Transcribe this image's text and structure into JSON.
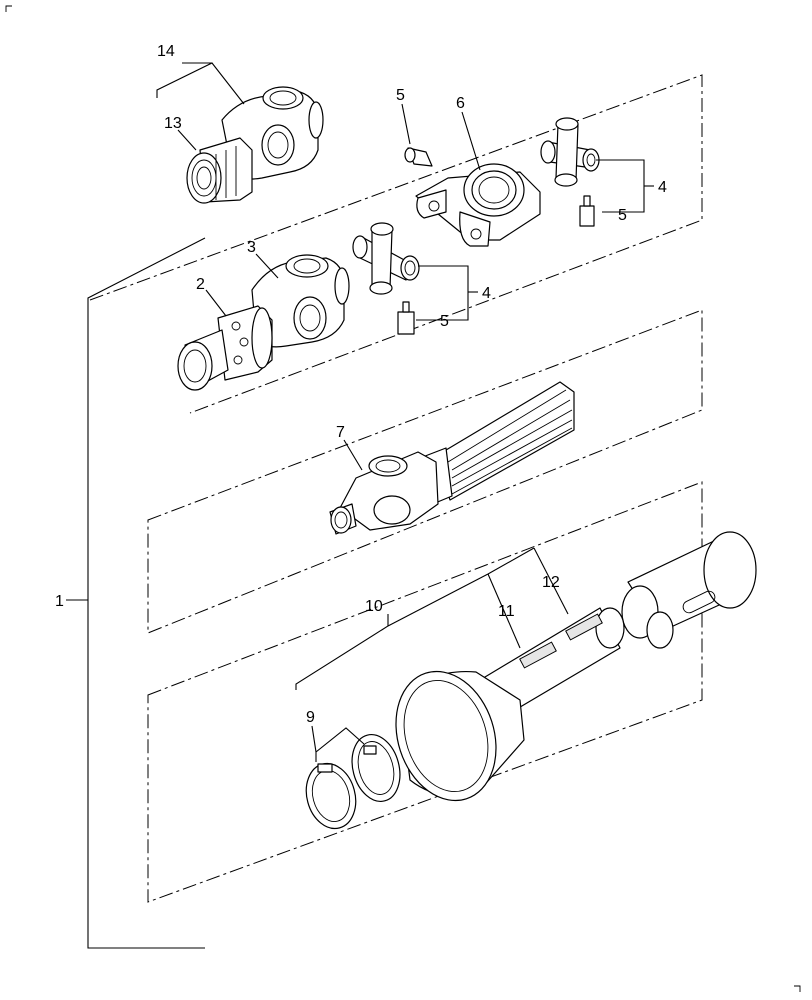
{
  "callouts": {
    "c1": "1",
    "c2": "2",
    "c3": "3",
    "c4a": "4",
    "c4b": "4",
    "c5a": "5",
    "c5b": "5",
    "c5c": "5",
    "c6": "6",
    "c7": "7",
    "c9": "9",
    "c10": "10",
    "c11": "11",
    "c12": "12",
    "c13": "13",
    "c14": "14"
  }
}
